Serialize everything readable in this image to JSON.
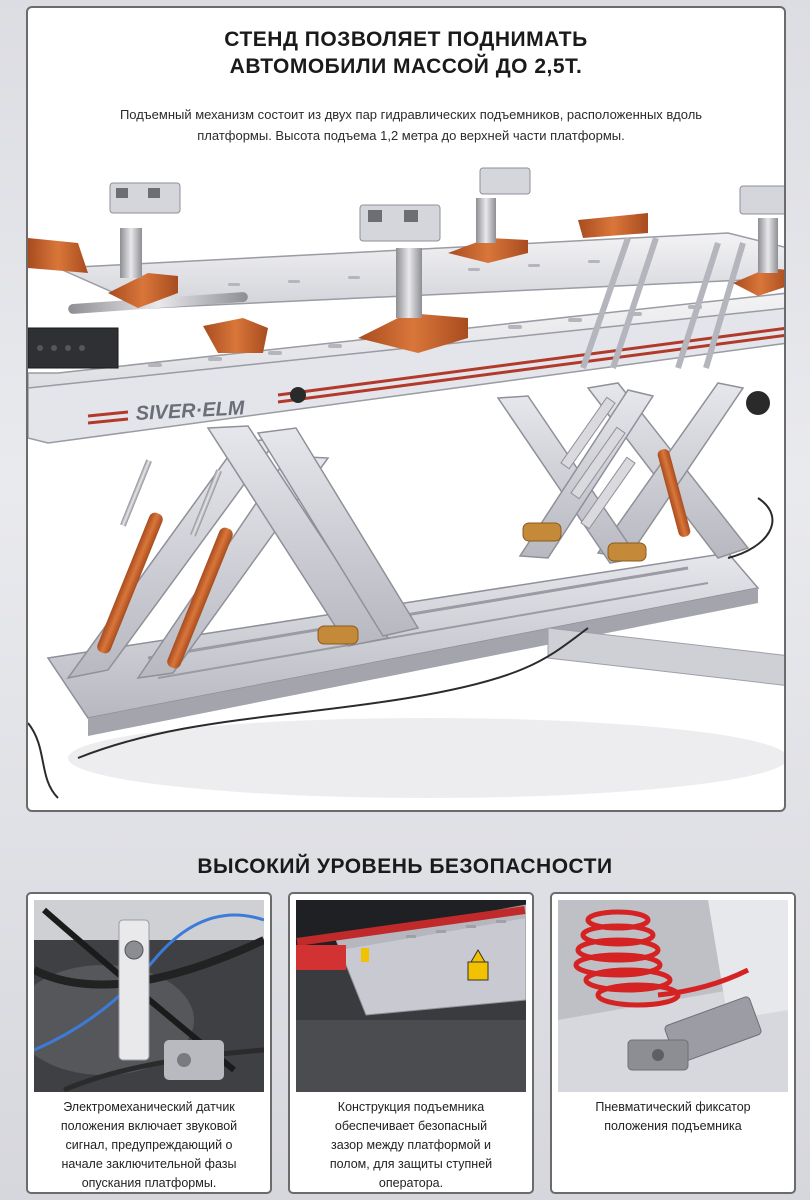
{
  "top": {
    "title_line1": "СТЕНД ПОЗВОЛЯЕТ ПОДНИМАТЬ",
    "title_line2": "АВТОМОБИЛИ МАССОЙ ДО 2,5т.",
    "description_line1": "Подъемный механизм состоит из двух пар гидравлических подъемников, расположенных вдоль",
    "description_line2": "платформы. Высота подъема 1,2 метра до верхней части платформы.",
    "brand_logo": "SIVER·ELM"
  },
  "safety": {
    "title": "ВЫСОКИЙ УРОВЕНЬ БЕЗОПАСНОСТИ",
    "cards": [
      {
        "line1": "Электромеханический датчик",
        "line2": "положения включает звуковой",
        "line3": "сигнал, предупреждающий о",
        "line4": "начале  заключительной фазы",
        "line5": "опускания платформы."
      },
      {
        "line1": "Конструкция подъемника",
        "line2": "обеспечивает безопасный",
        "line3": "зазор между платформой и",
        "line4": "полом, для защиты ступней",
        "line5": "оператора."
      },
      {
        "line1": "Пневматический фиксатор",
        "line2": "положения подъемника"
      }
    ]
  },
  "colors": {
    "accent_orange": "#c8642a",
    "frame_gray": "#c9cad1",
    "stripe_red": "#b23a2a"
  }
}
